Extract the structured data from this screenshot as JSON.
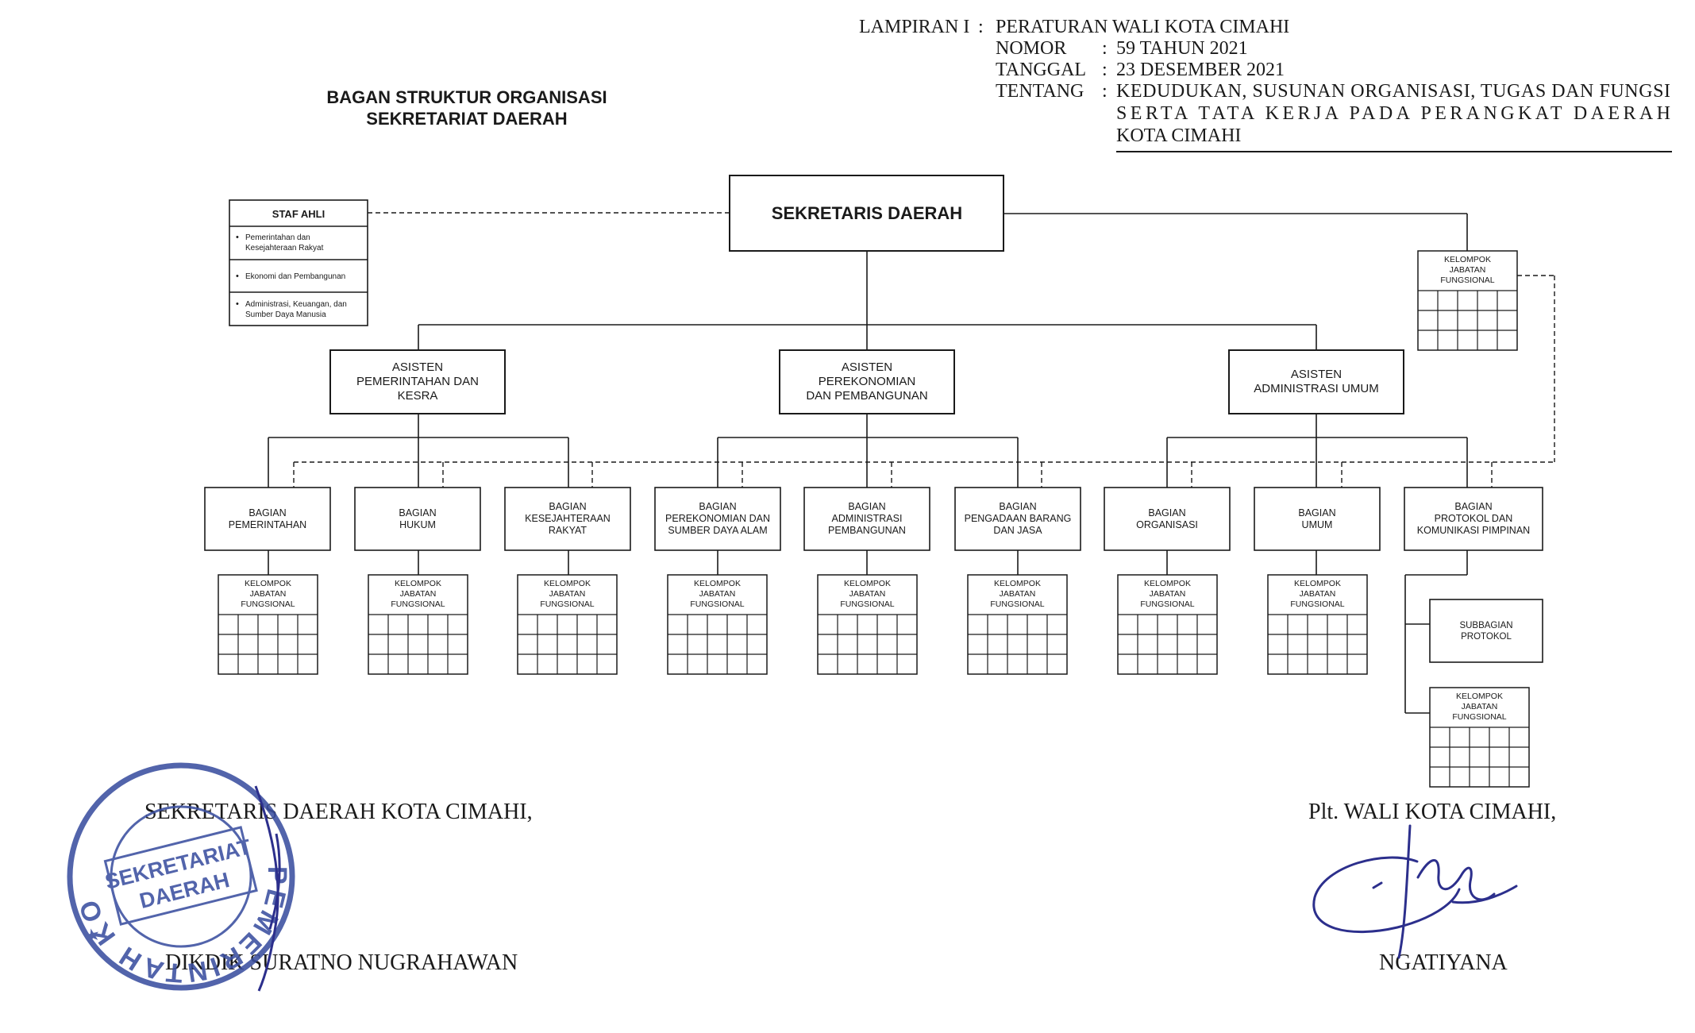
{
  "header": {
    "lampiran_label": "LAMPIRAN I",
    "lampiran_value": "PERATURAN WALI KOTA CIMAHI",
    "nomor_label": "NOMOR",
    "nomor_value": "59 TAHUN 2021",
    "tanggal_label": "TANGGAL",
    "tanggal_value": "23 DESEMBER 2021",
    "tentang_label": "TENTANG",
    "tentang_lines": [
      "KEDUDUKAN, SUSUNAN ORGANISASI, TUGAS DAN FUNGSI",
      "SERTA TATA KERJA PADA PERANGKAT DAERAH",
      "KOTA CIMAHI"
    ],
    "separator": ":"
  },
  "title_lines": [
    "BAGAN STRUKTUR ORGANISASI",
    "SEKRETARIAT DAERAH"
  ],
  "chart": {
    "top": "SEKRETARIS DAERAH",
    "staf_ahli": {
      "title": "STAF AHLI",
      "items": [
        [
          "Pemerintahan dan",
          "Kesejahteraan Rakyat"
        ],
        [
          "Ekonomi dan Pembangunan"
        ],
        [
          "Administrasi, Keuangan, dan",
          "Sumber Daya Manusia"
        ]
      ]
    },
    "jf_label": [
      "KELOMPOK",
      "JABATAN",
      "FUNGSIONAL"
    ],
    "asisten": [
      [
        "ASISTEN",
        "PEMERINTAHAN DAN",
        "KESRA"
      ],
      [
        "ASISTEN",
        "PEREKONOMIAN",
        "DAN PEMBANGUNAN"
      ],
      [
        "ASISTEN",
        "ADMINISTRASI UMUM"
      ]
    ],
    "bagian": [
      [
        "BAGIAN",
        "PEMERINTAHAN"
      ],
      [
        "BAGIAN",
        "HUKUM"
      ],
      [
        "BAGIAN",
        "KESEJAHTERAAN",
        "RAKYAT"
      ],
      [
        "BAGIAN",
        "PEREKONOMIAN DAN",
        "SUMBER DAYA ALAM"
      ],
      [
        "BAGIAN",
        "ADMINISTRASI",
        "PEMBANGUNAN"
      ],
      [
        "BAGIAN",
        "PENGADAAN BARANG",
        "DAN JASA"
      ],
      [
        "BAGIAN",
        "ORGANISASI"
      ],
      [
        "BAGIAN",
        "UMUM"
      ],
      [
        "BAGIAN",
        "PROTOKOL DAN",
        "KOMUNIKASI PIMPINAN"
      ]
    ],
    "subbagian": [
      "SUBBAGIAN",
      "PROTOKOL"
    ]
  },
  "signatures": {
    "left_title": "SEKRETARIS DAERAH KOTA CIMAHI,",
    "left_name": "DIKDIK SURATNO NUGRAHAWAN",
    "right_title": "Plt. WALI KOTA CIMAHI,",
    "right_name": "NGATIYANA"
  },
  "stamp": {
    "ring_text": "PEMERINTAH KOTA CIMAHI",
    "center_lines": [
      "SEKRETARIAT",
      "DAERAH"
    ]
  },
  "colors": {
    "ink": "#1a1a1a",
    "stamp": "#3b4fa0",
    "signature": "#2c2f8c"
  }
}
